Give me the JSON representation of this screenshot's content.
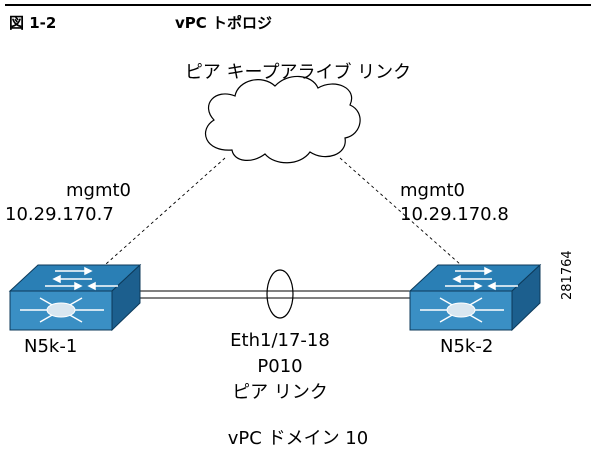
{
  "figure": {
    "number": "図 1-2",
    "title": "vPC トポロジ"
  },
  "labels": {
    "keepalive_link": "ピア キープアライブ リンク",
    "left_mgmt_iface": "mgmt0",
    "left_mgmt_ip": "10.29.170.7",
    "right_mgmt_iface": "mgmt0",
    "right_mgmt_ip": "10.29.170.8",
    "left_switch": "N5k-1",
    "right_switch": "N5k-2",
    "port_range": "Eth1/17-18",
    "port_channel": "P010",
    "peer_link": "ピア リンク",
    "domain": "vPC ドメイン 10",
    "figure_code": "281764"
  },
  "colors": {
    "switch_top": "#2a7fb5",
    "switch_side": "#1c5f8e",
    "switch_front": "#3a8fc4",
    "line": "#000000"
  }
}
